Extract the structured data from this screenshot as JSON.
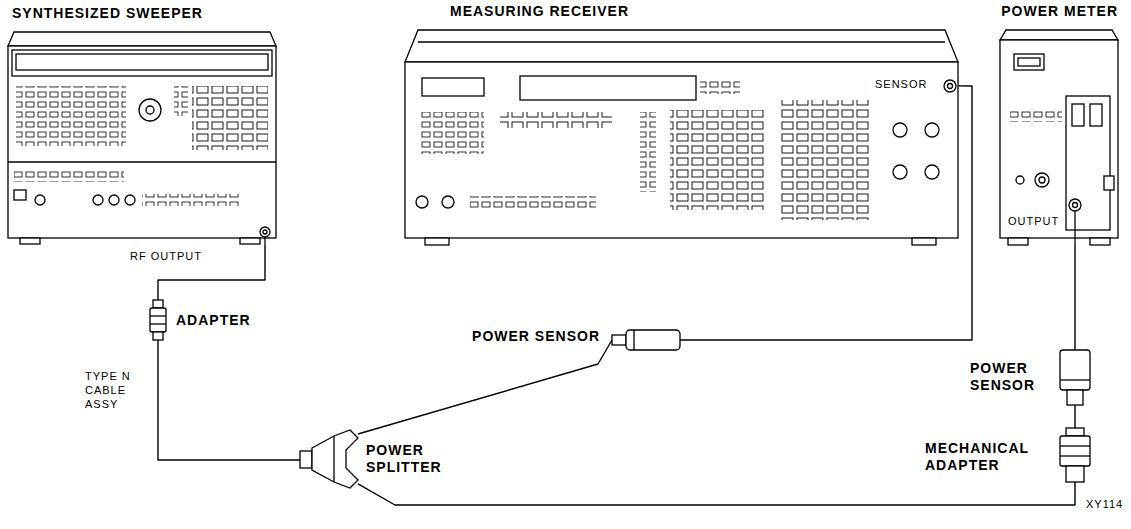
{
  "diagram": {
    "nodes": [
      {
        "text": [
          "SYNTHESIZED SWEEPER",
          "RF OUTPUT"
        ]
      },
      {
        "text": [
          "MEASURING RECEIVER",
          "SENSOR"
        ]
      },
      {
        "text": [
          "POWER METER",
          "OUTPUT"
        ]
      },
      {
        "text": [
          "ADAPTER"
        ]
      },
      {
        "text": [
          "POWER SPLITTER"
        ]
      },
      {
        "text": [
          "POWER SENSOR"
        ]
      },
      {
        "text": [
          "POWER SENSOR"
        ]
      },
      {
        "text": [
          "MECHANICAL ADAPTER"
        ]
      }
    ],
    "edges": [
      {
        "from": 0,
        "to": 3,
        "arrow": "none"
      },
      {
        "from": 3,
        "to": 4,
        "arrow": "none",
        "label": "TYPE N CABLE ASSY"
      },
      {
        "from": 4,
        "to": 5,
        "arrow": "none"
      },
      {
        "from": 5,
        "to": 1,
        "arrow": "none"
      },
      {
        "from": 2,
        "to": 6,
        "arrow": "none"
      },
      {
        "from": 6,
        "to": 7,
        "arrow": "none"
      },
      {
        "from": 4,
        "to": 7,
        "arrow": "none"
      }
    ],
    "labels": [
      "XY114"
    ]
  }
}
